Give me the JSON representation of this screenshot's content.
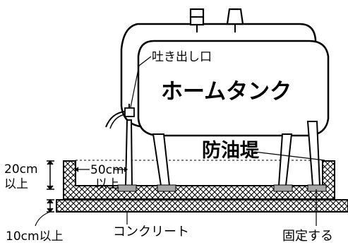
{
  "labels": {
    "tank": "ホームタンク",
    "outlet": "吐き出し口",
    "dike": "防油堤",
    "wall_height": "20cm",
    "wall_height_suffix": "以上",
    "leg_clearance": "50cm",
    "leg_clearance_suffix": "以上",
    "base_thickness": "10cm以上",
    "concrete": "コンクリート",
    "fix": "固定する"
  }
}
